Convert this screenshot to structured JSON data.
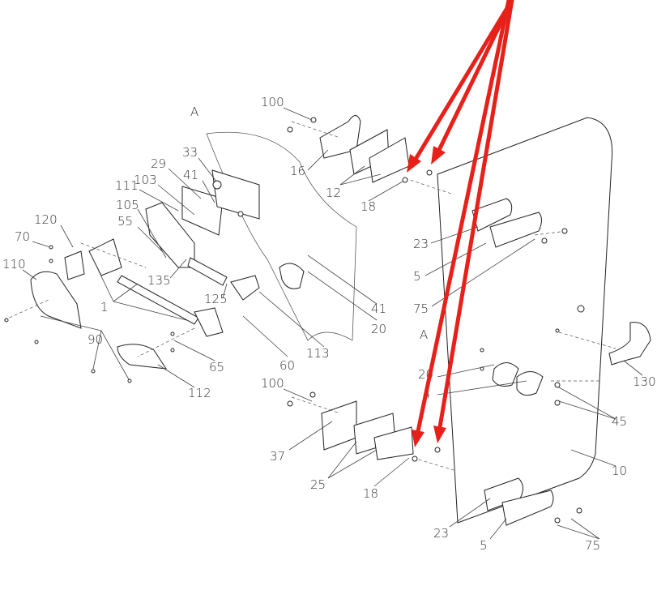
{
  "diagram": {
    "title": "Door exploded parts view",
    "highlight_color": "#e8201a",
    "labels": [
      "A",
      "100",
      "33",
      "29",
      "41",
      "111",
      "103",
      "105",
      "120",
      "55",
      "70",
      "110",
      "135",
      "125",
      "1",
      "90",
      "65",
      "60",
      "113",
      "112",
      "41",
      "20",
      "16",
      "12",
      "18",
      "23",
      "5",
      "75",
      "A",
      "20",
      "4",
      "45",
      "130",
      "10",
      "100",
      "37",
      "25",
      "18",
      "23",
      "5",
      "75"
    ]
  }
}
